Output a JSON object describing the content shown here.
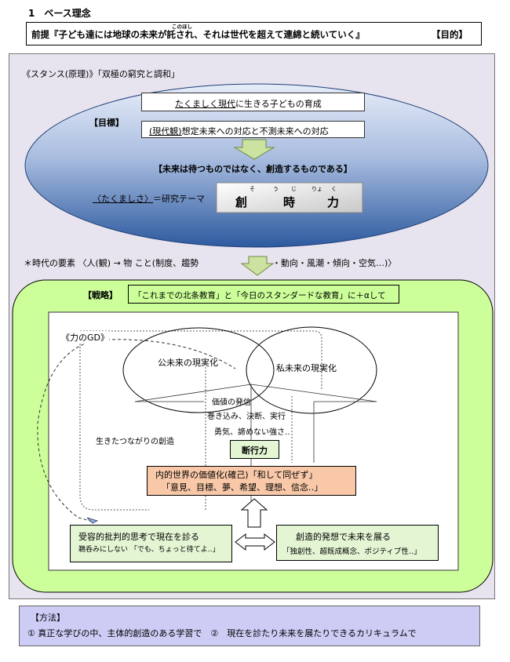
{
  "heading": "1　ベース理念",
  "premise": {
    "text": "前提『子ども達には地球の未来が託され、それは世代を超えて連綿と続いていく』",
    "ruby": "このほし",
    "tag": "【目的】"
  },
  "stance": "《スタンス(原理)》「双極の窮究と調和」",
  "goal": {
    "top_box_underlined": "たくましく現代",
    "top_box_rest": "に生きる子どもの育成",
    "label": "【目標】",
    "sub_box_underlined": "(現代観)",
    "sub_box_rest": "想定未来への対応と不測未来への対応",
    "statement": "【未来は待つものではなく、創造するものである】",
    "theme_left_underlined": "〈たくましさ〉",
    "theme_left_rest": "＝研究テーマ",
    "theme_chars": [
      "創",
      "時",
      "力"
    ],
    "theme_ruby": [
      "そ",
      "う",
      "じ",
      "りょ",
      "く"
    ]
  },
  "elements_line": "＊時代の要素 〈人(観) → 物 こと(制度、趨勢",
  "elements_line_end": "・動向・風潮・傾向・空気…)〉",
  "strategy": {
    "label": "【戦略】",
    "text": "「これまでの北条教育」と「今日のスタンダードな教育」に＋αして"
  },
  "diagram": {
    "title": "《力のGD》",
    "public_future": "公未来の現実化",
    "private_future": "私未来の現実化",
    "values": [
      "価値の発信",
      "巻き込み、決断、実行",
      "勇気、諦めない強さ‥"
    ],
    "living_connection": "生きたつながりの創造",
    "decisiveness": "断行力",
    "inner_line1": "内的世界の価値化(確己)「和して同ぜず」",
    "inner_line2": "「意見、目標、夢、希望、理想、信念‥」",
    "critical_title": "受容的批判的思考で現在を診る",
    "critical_sub": "鵜呑みにしない 「でも、ちょっと待てよ‥」",
    "creative_title": "創造的発想で未来を展る",
    "creative_sub": "「独創性、超既成概念、ポジティブ性‥」"
  },
  "method": {
    "label": "【方法】",
    "text": "① 真正な学びの中、主体的創造のある学習で　②　現在を診たり未来を展たりできるカリキュラムで"
  },
  "colors": {
    "panel_bg": "#e8e4ef",
    "green_panel": "#ccff99",
    "ellipse_top": "#dde6f5",
    "ellipse_bottom": "#2f5a9e",
    "arrow_green": "#cce2a0",
    "orange_box": "#f8c8a8",
    "method_bg": "#ccccf5"
  }
}
